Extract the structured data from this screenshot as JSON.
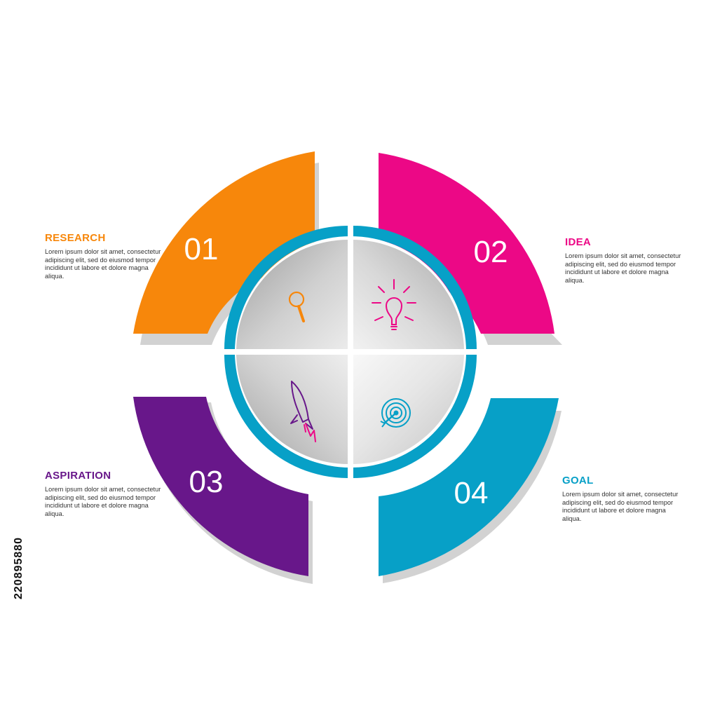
{
  "colors": {
    "orange": "#F7870B",
    "magenta": "#EC0886",
    "purple": "#68178A",
    "teal": "#07A0C7",
    "shadow": "#D2D2D2",
    "center_gray": "#C8C8C8"
  },
  "steps": [
    {
      "number": "01",
      "title": "RESEARCH",
      "description": "Lorem ipsum dolor sit amet, consectetur adipiscing elit, sed do eiusmod tempor incididunt ut labore et dolore magna aliqua.",
      "icon": "magnifier-icon",
      "color": "#F7870B"
    },
    {
      "number": "02",
      "title": "IDEA",
      "description": "Lorem ipsum dolor sit amet, consectetur adipiscing elit, sed do eiusmod tempor incididunt ut labore et dolore magna aliqua.",
      "icon": "lightbulb-icon",
      "color": "#EC0886"
    },
    {
      "number": "03",
      "title": "ASPIRATION",
      "description": "Lorem ipsum dolor sit amet, consectetur adipiscing elit, sed do eiusmod tempor incididunt ut labore et dolore magna aliqua.",
      "icon": "rocket-icon",
      "color": "#68178A"
    },
    {
      "number": "04",
      "title": "GOAL",
      "description": "Lorem ipsum dolor sit amet, consectetur adipiscing elit, sed do eiusmod tempor incididunt ut labore et dolore magna aliqua.",
      "icon": "target-icon",
      "color": "#07A0C7"
    }
  ],
  "stock_id": "220895880"
}
